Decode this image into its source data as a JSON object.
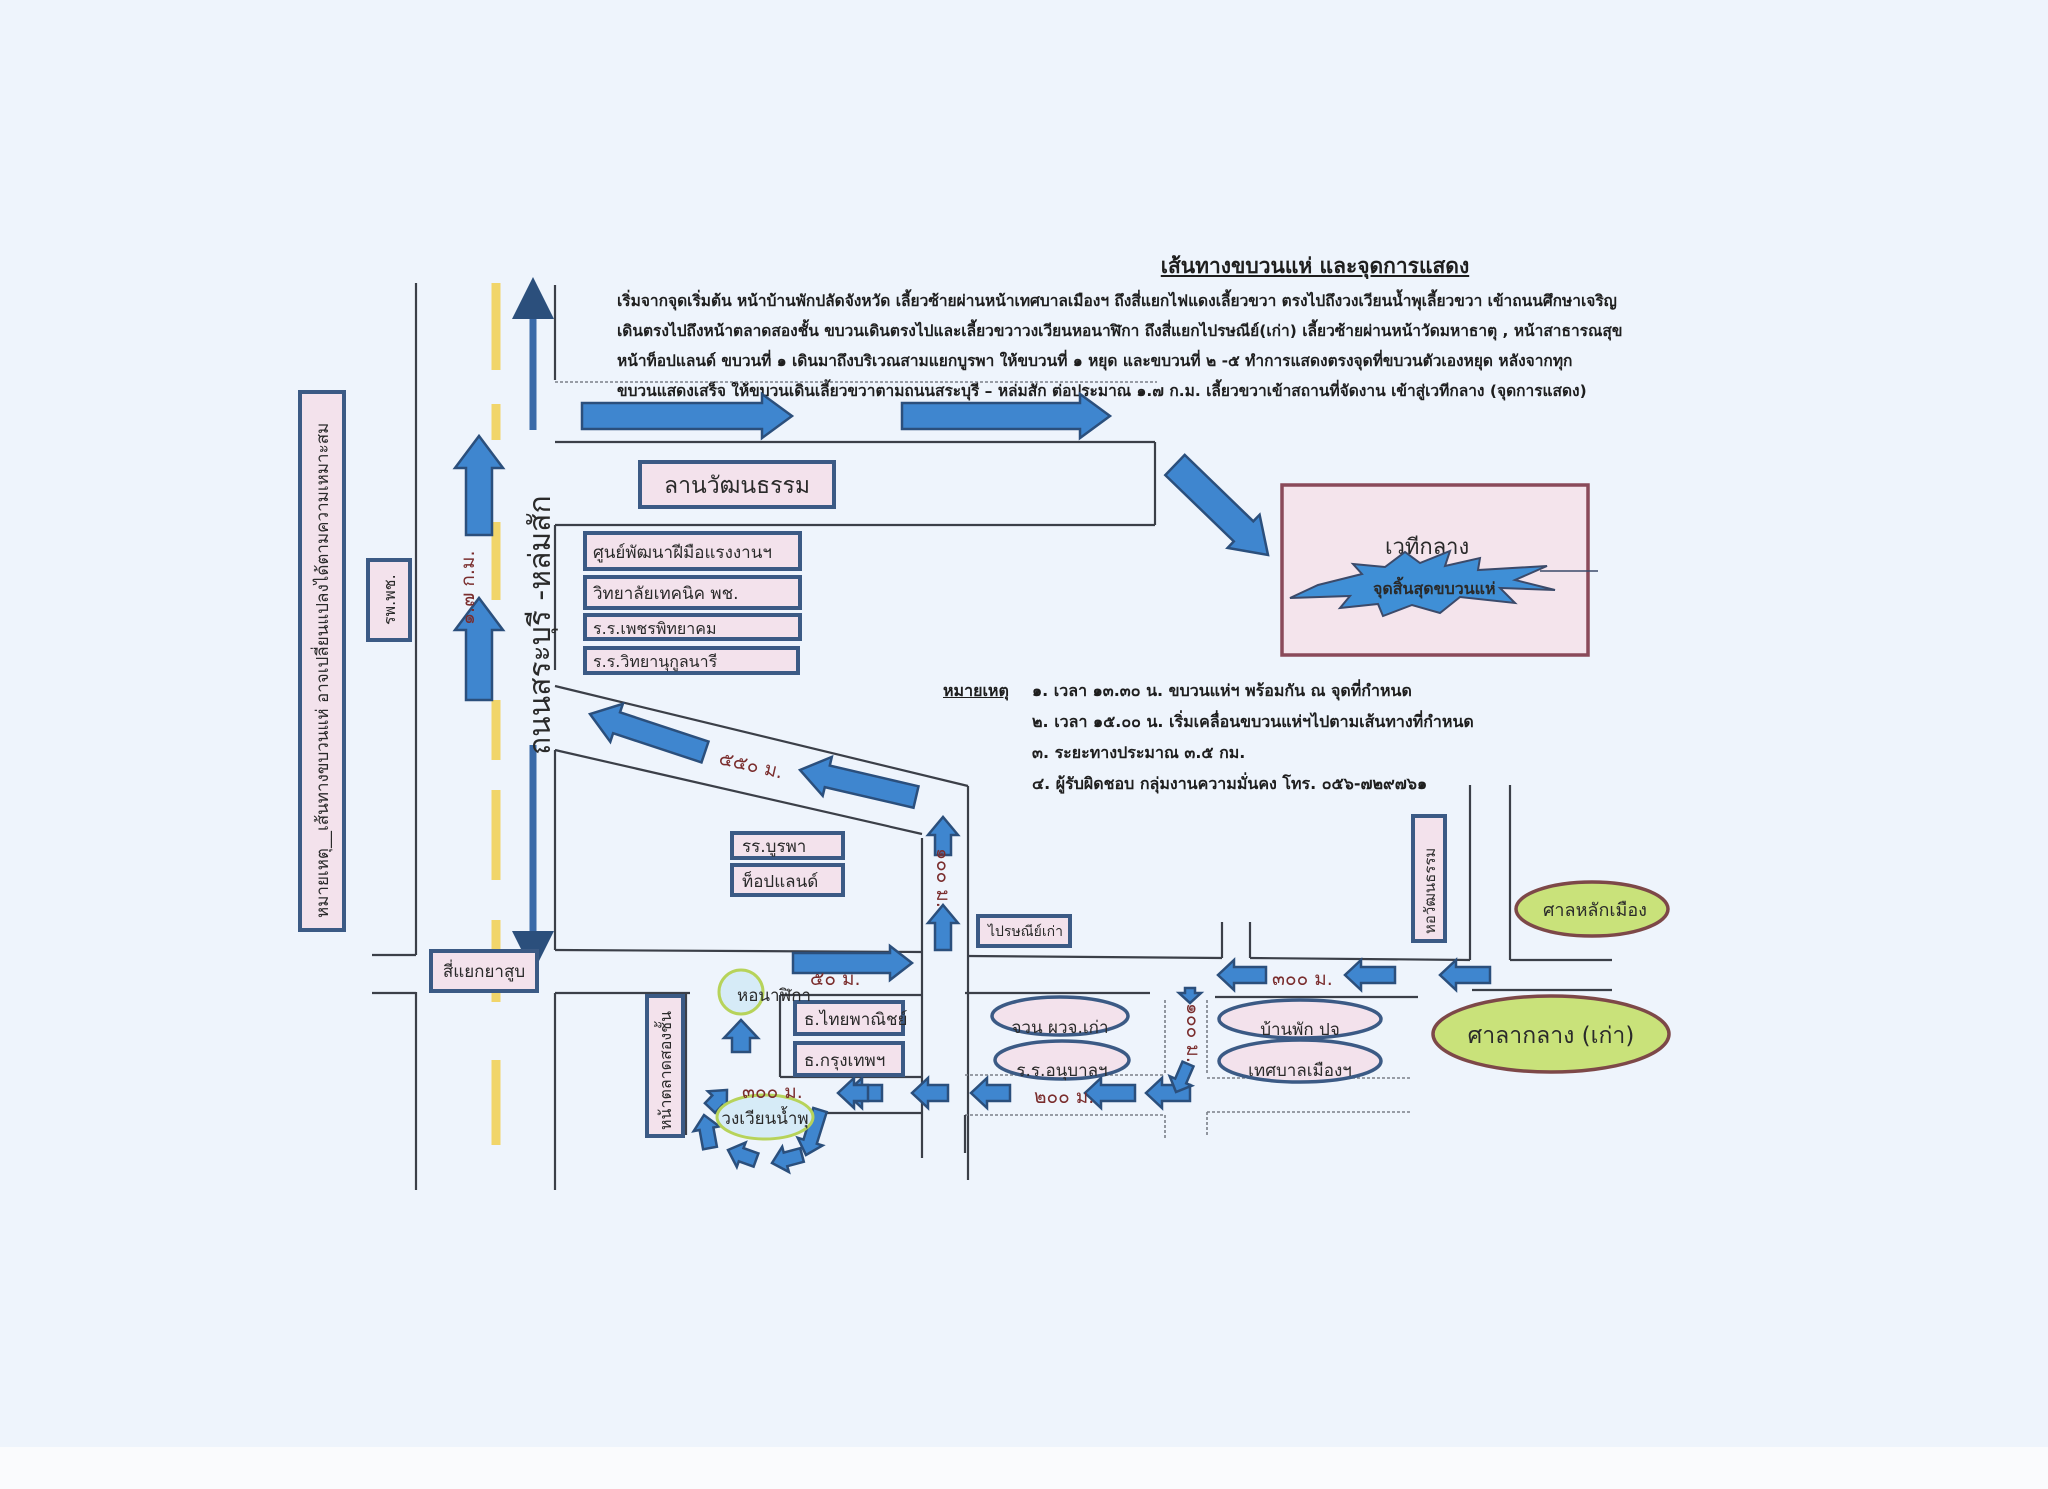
{
  "document": {
    "title": "เส้นทางขบวนแห่ และจุดการแสดง",
    "description_lines": [
      "เริ่มจากจุดเริ่มต้น หน้าบ้านพักปลัดจังหวัด เลี้ยวซ้ายผ่านหน้าเทศบาลเมืองฯ ถึงสี่แยกไฟแดงเลี้ยวขวา ตรงไปถึงวงเวียนน้ำพุเลี้ยวขวา เข้าถนนศึกษาเจริญ",
      "เดินตรงไปถึงหน้าตลาดสองชั้น  ขบวนเดินตรงไปและเลี้ยวขวาวงเวียนหอนาฬิกา ถึงสี่แยกไปรษณีย์(เก่า) เลี้ยวซ้ายผ่านหน้าวัดมหาธาตุ , หน้าสาธารณสุข",
      "หน้าท็อปแลนด์   ขบวนที่ ๑ เดินมาถึงบริเวณสามแยกบูรพา ให้ขบวนที่ ๑ หยุด  และขบวนที่  ๒ -๕ ทำการแสดงตรงจุดที่ขบวนตัวเองหยุด  หลังจากทุก",
      "ขบวนแสดงเสร็จ  ให้ขบวนเดินเลี้ยวขวาตามถนนสระบุรี – หล่มสัก ต่อประมาณ  ๑.๗ ก.ม. เลี้ยวขวาเข้าสถานที่จัดงาน เข้าสู่เวทีกลาง (จุดการแสดง)"
    ],
    "notes": {
      "header": "หมายเหตุ",
      "items": [
        "๑.  เวลา ๑๓.๓๐ น.  ขบวนแห่ฯ พร้อมกัน  ณ  จุดที่กำหนด",
        "๒.  เวลา ๑๕.๐๐ น.  เริ่มเคลื่อนขบวนแห่ฯไปตามเส้นทางที่กำหนด",
        "๓.  ระยะทางประมาณ ๓.๕ กม.",
        "๔.  ผู้รับผิดชอบ  กลุ่มงานความมั่นคง โทร. ๐๕๖-๗๒๙๗๖๑"
      ]
    },
    "side_note": "หมายเหตุ__เส้นทางขบวนแห่ อาจเปลี่ยนแปลงได้ตามความเหมาะสม"
  },
  "map": {
    "road_name": "ถนนสระบุรี -หล่มสัก",
    "road_distance": "๑.๗ ก.ม.",
    "places": {
      "hospital": "รพ.พช.",
      "cultural_ground": "ลานวัฒนธรรม",
      "skill_center": "ศูนย์พัฒนาฝีมือแรงงานฯ",
      "tech_college": "วิทยาลัยเทคนิค พช.",
      "phetphithayakhom": "ร.ร.เพชรพิทยาคม",
      "witthayanukunnari": "ร.ร.วิทยานุกูลนารี",
      "burapha": "รร.บูรพา",
      "topland": "ท็อปแลนด์",
      "yasub_junction": "สี่แยกยาสูบ",
      "market": "หน้าตลาดสองชั้น",
      "clock_tower": "หอนาฬิกา",
      "fountain": "วงเวียนน้ำพุ",
      "thai_panich": "ธ.ไทยพาณิชย์",
      "bangkok_bank": "ธ.กรุงเทพฯ",
      "old_post": "ไปรษณีย์เก่า",
      "old_governor_residence": "จวน ผวจ.เก่า",
      "kindergarten": "ร.ร.อนุบาลฯ",
      "deputy_residence": "บ้านพัก ปจ",
      "municipality": "เทศบาลเมืองฯ",
      "culture_hall": "หอวัฒนธรรม",
      "city_pillar": "ศาลหลักเมือง",
      "old_city_hall": "ศาลากลาง (เก่า)",
      "main_stage": "เวทีกลาง",
      "end_point": "จุดสิ้นสุดขบวนแห่"
    },
    "distances": {
      "d550": "๕๕๐ ม.",
      "d100a": "๑๐๐ ม.",
      "d50": "๕๐ ม.",
      "d300a": "๓๐๐ ม.",
      "d200": "๒๐๐ ม.",
      "d100b": "๑๐๐ ม.",
      "d300b": "๓๐๐ ม."
    },
    "colors": {
      "arrow": "#3f86cf",
      "label_fill": "#f3e2ec",
      "label_border": "#3b5a85",
      "center_line": "#f1d56a",
      "green_landmark": "#c9e27a",
      "distance_text": "#7a2d2d"
    }
  }
}
